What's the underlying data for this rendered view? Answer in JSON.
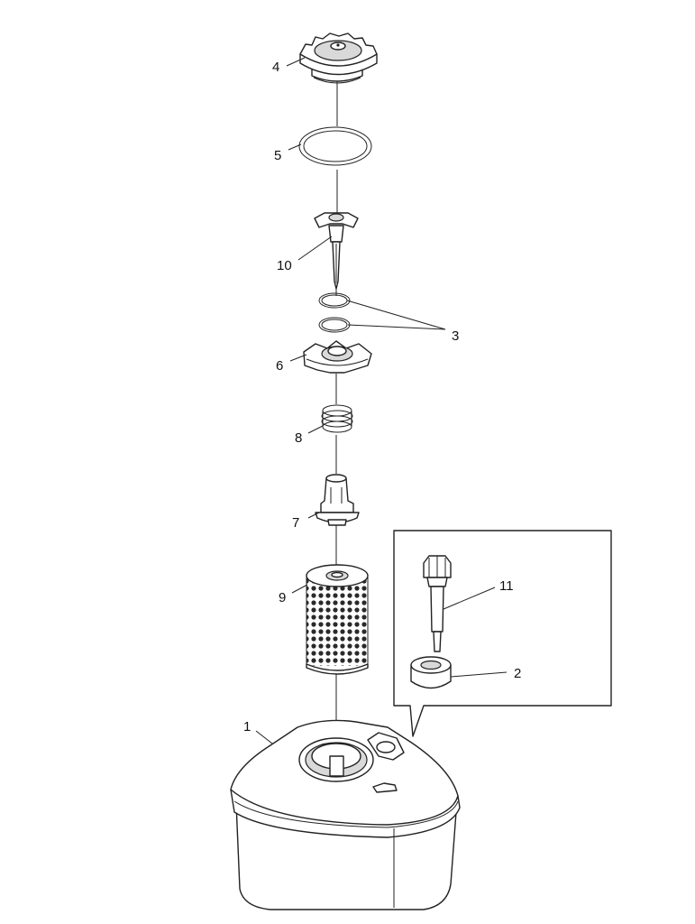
{
  "callouts": [
    {
      "id": "part-4",
      "label": "4"
    },
    {
      "id": "part-5",
      "label": "5"
    },
    {
      "id": "part-10",
      "label": "10"
    },
    {
      "id": "part-3",
      "label": "3"
    },
    {
      "id": "part-6",
      "label": "6"
    },
    {
      "id": "part-8",
      "label": "8"
    },
    {
      "id": "part-7",
      "label": "7"
    },
    {
      "id": "part-9",
      "label": "9"
    },
    {
      "id": "part-11",
      "label": "11"
    },
    {
      "id": "part-2",
      "label": "2"
    },
    {
      "id": "part-1",
      "label": "1"
    }
  ]
}
